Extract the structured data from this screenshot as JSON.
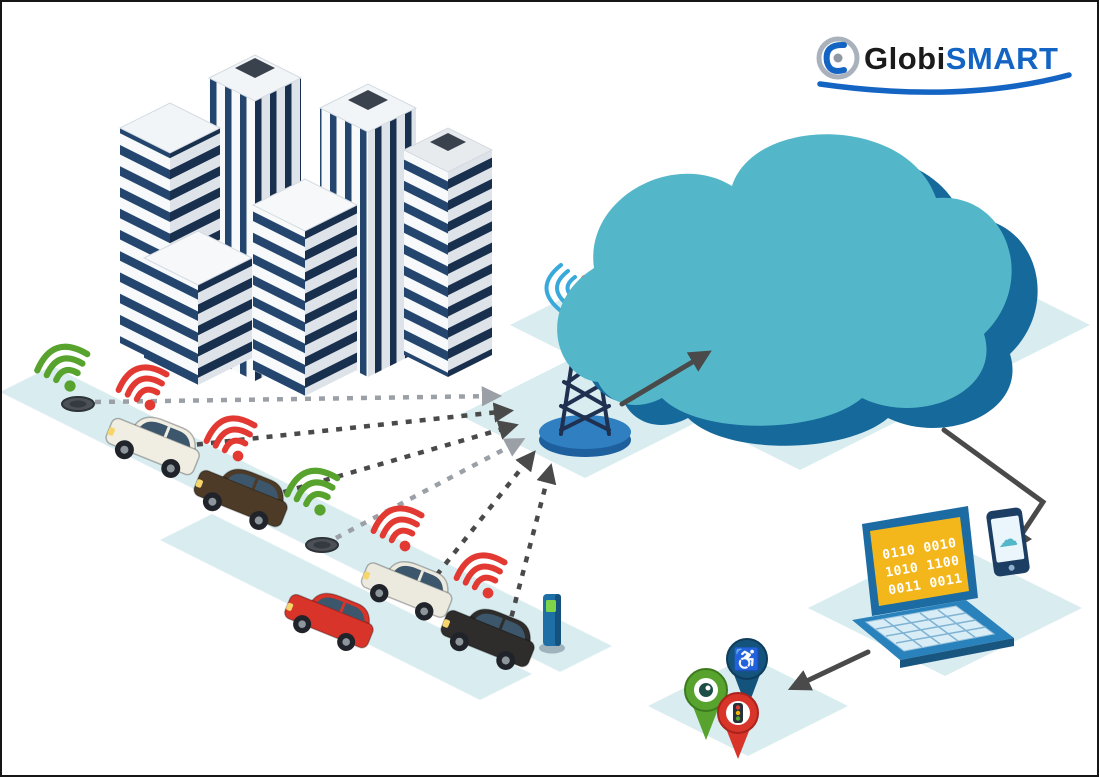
{
  "title": "GlobiSMART smart city IoT parking data flow diagram",
  "logo": {
    "brand_part1": "Globi",
    "brand_part2": "SMART",
    "part1_color": "#1b1b1b",
    "part2_color": "#1464c4",
    "swoosh_color": "#1464c4"
  },
  "palette": {
    "background": "#ffffff",
    "border": "#161616",
    "tile": "#d9edf0",
    "cloud_front": "#53b7c9",
    "cloud_side": "#16699b",
    "building_navy": "#24466e",
    "building_navy_dark": "#182f4e",
    "wifi_red": "#e23a33",
    "wifi_green": "#57a32e",
    "signal_blue": "#39a9dc",
    "tower_navy": "#203050",
    "tower_base_top": "#2f7fc1",
    "tower_base_side": "#1e5f9e",
    "dash_dark": "#4a4a4a",
    "dash_light": "#9aa0a6",
    "arrow": "#4a4a4a",
    "laptop_frame": "#1c6ca3",
    "laptop_screen": "#f3b71c",
    "laptop_base": "#2a82bd",
    "laptop_keys": "#d9edf6",
    "binary_text": "#ffffff",
    "phone_body": "#1c3e63",
    "phone_screen": "#eaf6fb"
  },
  "vehicles": [
    {
      "name": "suv-white",
      "color": "#f0ede3"
    },
    {
      "name": "suv-brown",
      "color": "#4d3b28"
    },
    {
      "name": "car-red",
      "color": "#d8342a"
    },
    {
      "name": "car-white",
      "color": "#eceadf"
    },
    {
      "name": "suv-black",
      "color": "#2e2d2b"
    }
  ],
  "sensors": [
    {
      "name": "road-sensor-1"
    },
    {
      "name": "road-sensor-2"
    }
  ],
  "laptop": {
    "binary_lines": [
      "0110 0010",
      "1010 1100",
      "0011 0011"
    ]
  },
  "pins": [
    {
      "name": "pin-sensor",
      "color": "#57a32e"
    },
    {
      "name": "pin-accessibility",
      "color": "#14537c",
      "glyph": "♿"
    },
    {
      "name": "pin-traffic-light",
      "color": "#d8342a"
    }
  ],
  "icons": {
    "wifi-icon": "three arcs over a dot",
    "accessibility-icon": "♿",
    "traffic-light-icon": "vertical signal with red, amber, green dots",
    "cloud-icon": "☁"
  }
}
